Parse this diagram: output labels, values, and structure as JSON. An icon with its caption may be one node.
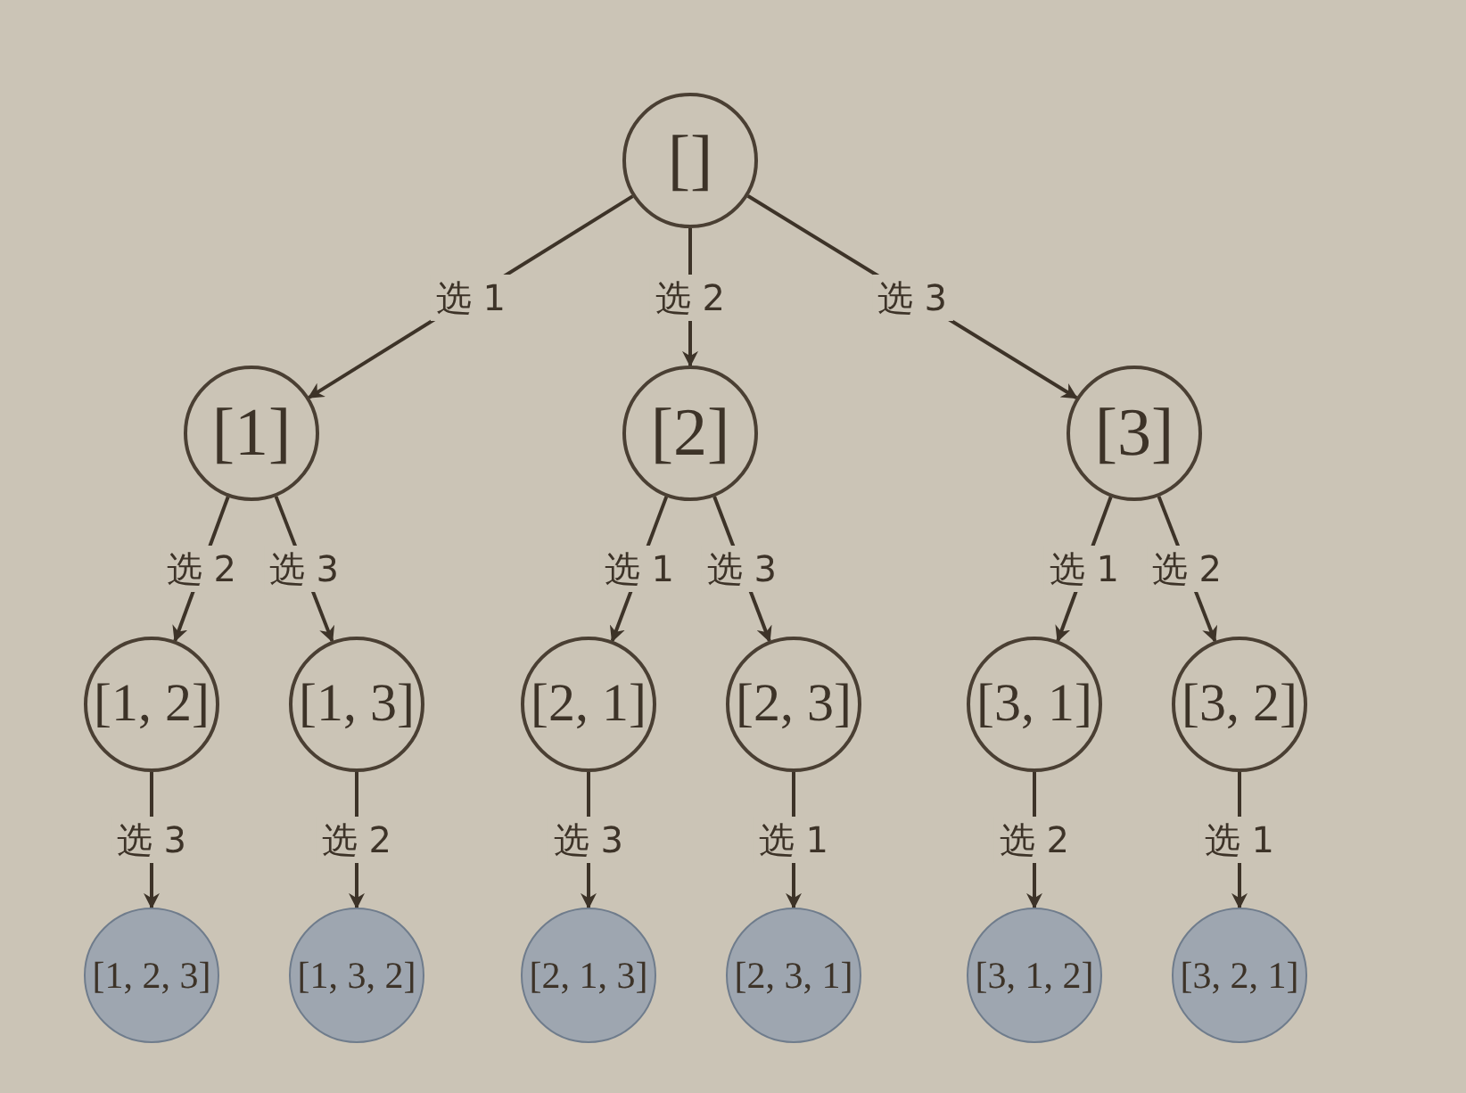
{
  "diagram": {
    "nodes": [
      {
        "text": [
          "[]"
        ]
      },
      {
        "text": [
          "[1]"
        ]
      },
      {
        "text": [
          "[2]"
        ]
      },
      {
        "text": [
          "[3]"
        ]
      },
      {
        "text": [
          "[1, 2]"
        ]
      },
      {
        "text": [
          "[1, 3]"
        ]
      },
      {
        "text": [
          "[2, 1]"
        ]
      },
      {
        "text": [
          "[2, 3]"
        ]
      },
      {
        "text": [
          "[3, 1]"
        ]
      },
      {
        "text": [
          "[3, 2]"
        ]
      },
      {
        "text": [
          "[1, 2, 3]"
        ]
      },
      {
        "text": [
          "[1, 3, 2]"
        ]
      },
      {
        "text": [
          "[2, 1, 3]"
        ]
      },
      {
        "text": [
          "[2, 3, 1]"
        ]
      },
      {
        "text": [
          "[3, 1, 2]"
        ]
      },
      {
        "text": [
          "[3, 2, 1]"
        ]
      }
    ],
    "edges": [
      {
        "from": 0,
        "to": 1,
        "arrow": "to",
        "label": "选 1"
      },
      {
        "from": 0,
        "to": 2,
        "arrow": "to",
        "label": "选 2"
      },
      {
        "from": 0,
        "to": 3,
        "arrow": "to",
        "label": "选 3"
      },
      {
        "from": 1,
        "to": 4,
        "arrow": "to",
        "label": "选 2"
      },
      {
        "from": 1,
        "to": 5,
        "arrow": "to",
        "label": "选 3"
      },
      {
        "from": 2,
        "to": 6,
        "arrow": "to",
        "label": "选 1"
      },
      {
        "from": 2,
        "to": 7,
        "arrow": "to",
        "label": "选 3"
      },
      {
        "from": 3,
        "to": 8,
        "arrow": "to",
        "label": "选 1"
      },
      {
        "from": 3,
        "to": 9,
        "arrow": "to",
        "label": "选 2"
      },
      {
        "from": 4,
        "to": 10,
        "arrow": "to",
        "label": "选 3"
      },
      {
        "from": 5,
        "to": 11,
        "arrow": "to",
        "label": "选 2"
      },
      {
        "from": 6,
        "to": 12,
        "arrow": "to",
        "label": "选 3"
      },
      {
        "from": 7,
        "to": 13,
        "arrow": "to",
        "label": "选 1"
      },
      {
        "from": 8,
        "to": 14,
        "arrow": "to",
        "label": "选 2"
      },
      {
        "from": 9,
        "to": 15,
        "arrow": "to",
        "label": "选 1"
      }
    ]
  }
}
